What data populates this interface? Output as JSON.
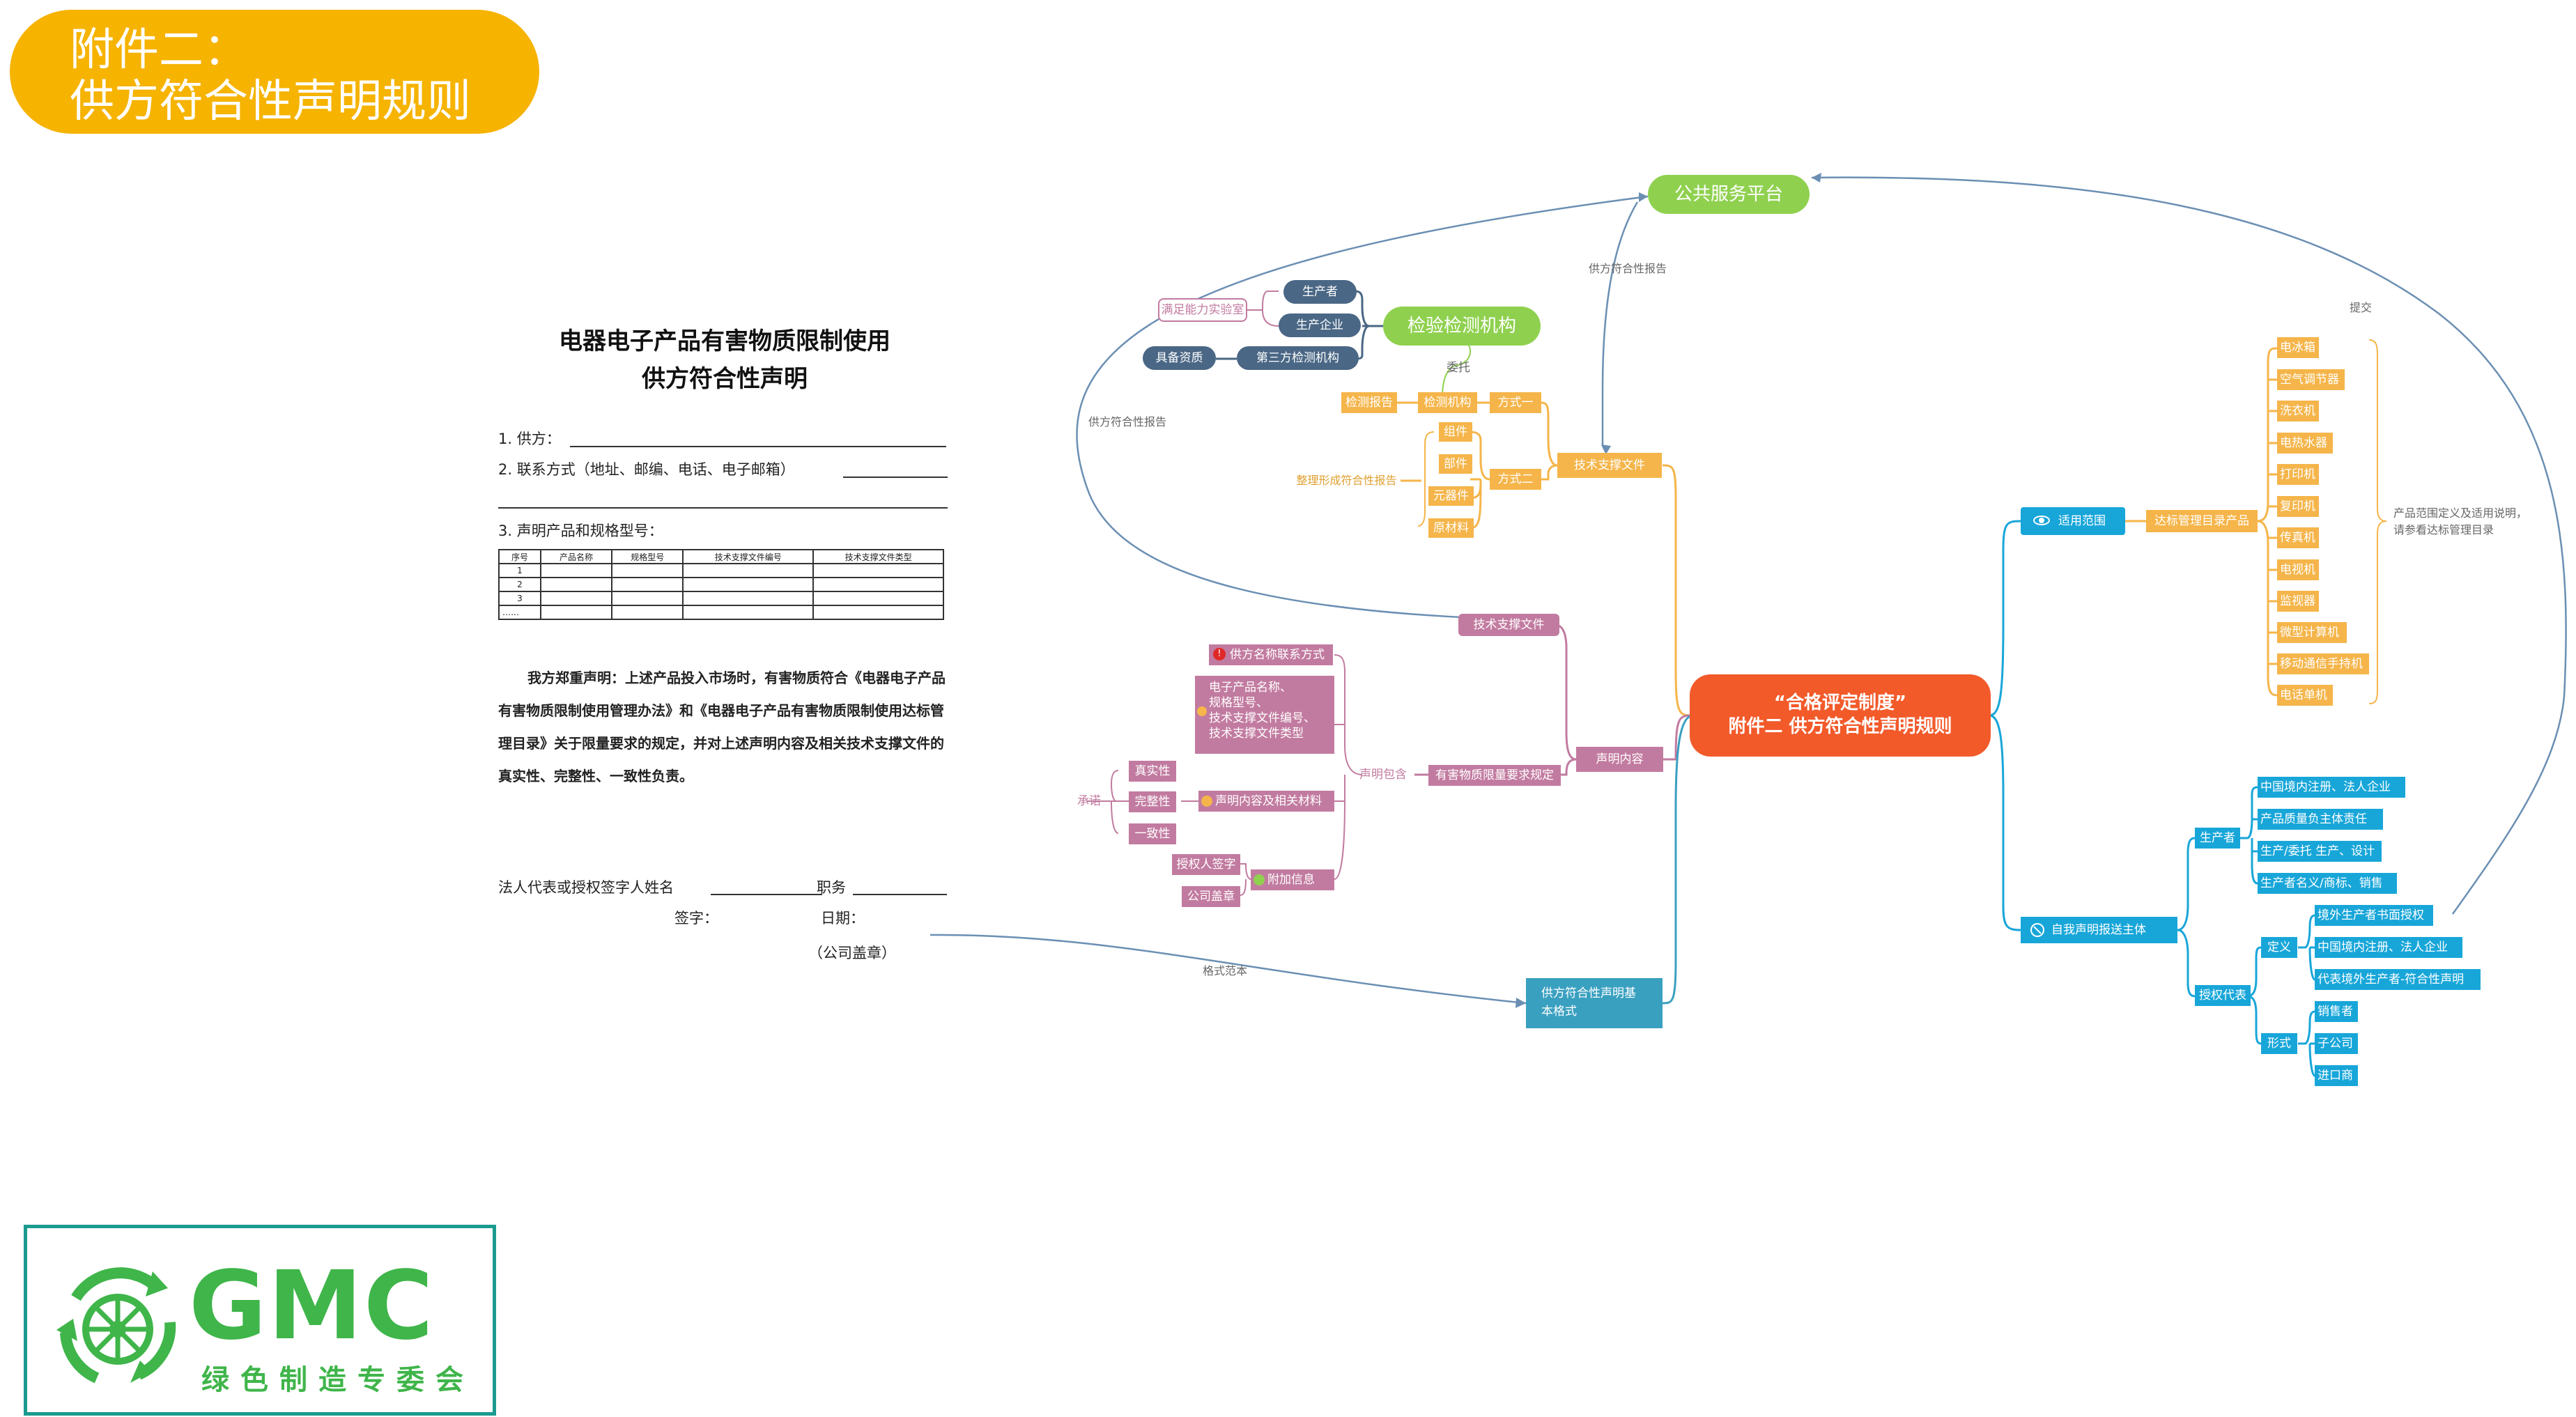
{
  "title": {
    "line1": "附件二：",
    "line2": "供方符合性声明规则"
  },
  "document": {
    "title_line1": "电器电子产品有害物质限制使用",
    "title_line2": "供方符合性声明",
    "field1": "1. 供方：",
    "field2": "2. 联系方式（地址、邮编、电话、电子邮箱）",
    "field3": "3. 声明产品和规格型号：",
    "table": {
      "headers": [
        "序号",
        "产品名称",
        "规格型号",
        "技术支撑文件编号",
        "技术支撑文件类型"
      ],
      "rows": [
        "1",
        "2",
        "3",
        "……"
      ]
    },
    "declaration": "我方郑重声明：上述产品投入市场时，有害物质符合《电器电子产品有害物质限制使用管理办法》和《电器电子产品有害物质限制使用达标管理目录》关于限量要求的规定，并对上述声明内容及相关技术支撑文件的真实性、完整性、一致性负责。",
    "signer": "法人代表或授权签字人姓名",
    "position": "职务",
    "signature": "签字：",
    "date": "日期：",
    "seal": "（公司盖章）"
  },
  "mindmap": {
    "central_line1": "“合格评定制度”",
    "central_line2": "附件二 供方符合性声明规则",
    "public_platform": "公共服务平台",
    "inspection_agency": "检验检测机构",
    "producer": "生产者",
    "production_enterprise": "生产企业",
    "third_party": "第三方检测机构",
    "lab_capability": "满足能力实验室",
    "qualification": "具备资质",
    "entrust": "委托",
    "test_report": "检测报告",
    "test_agency_small": "检测机构",
    "method1": "方式一",
    "method2": "方式二",
    "compile_report": "整理形成符合性报告",
    "component_items": [
      "组件",
      "部件",
      "元器件",
      "原材料"
    ],
    "tech_support_doc": "技术支撑文件",
    "tech_doc2": "技术支撑文件",
    "supplier_report_top": "供方符合性报告",
    "supplier_report_left": "供方符合性报告",
    "submit": "提交",
    "statement_content": "声明内容",
    "statement_includes": "声明包含",
    "hazardous_rules": "有害物质限量要求规定",
    "supplier_name": "供方名称联系方式",
    "product_info": [
      "电子产品名称、",
      "规格型号、",
      "技术支撑文件编号、",
      "技术支撑文件类型"
    ],
    "statement_material": "声明内容及相关材料",
    "additional_info": "附加信息",
    "signature_auth": "授权人签字",
    "company_seal": "公司盖章",
    "promise": "承诺",
    "promises": [
      "真实性",
      "完整性",
      "一致性"
    ],
    "basic_format": [
      "供方符合性声明基",
      "本格式"
    ],
    "format_template": "格式范本",
    "scope": "适用范围",
    "catalog": "达标管理目录产品",
    "products": [
      "电冰箱",
      "空气调节器",
      "洗衣机",
      "电热水器",
      "打印机",
      "复印机",
      "传真机",
      "电视机",
      "监视器",
      "微型计算机",
      "移动通信手持机",
      "电话单机"
    ],
    "scope_note": [
      "产品范围定义及适用说明，",
      "请参看达标管理目录"
    ],
    "self_decl": "自我声明报送主体",
    "producer_b": "生产者",
    "producer_items": [
      "中国境内注册、法人企业",
      "产品质量负主体责任",
      "生产/委托 生产、设计",
      "生产者名义/商标、销售"
    ],
    "auth_rep": "授权代表",
    "definition": "定义",
    "def_items": [
      "境外生产者书面授权",
      "中国境内注册、法人企业",
      "代表境外生产者-符合性声明"
    ],
    "form": "形式",
    "form_items": [
      "销售者",
      "子公司",
      "进口商"
    ]
  },
  "logo": {
    "text": "GMC",
    "subtitle": "绿色制造专委会"
  },
  "colors": {
    "orange_title": "#f6b300",
    "central": "#f25a2a",
    "green": "#8fd14f",
    "navy": "#4a6785",
    "amber": "#f5b54a",
    "mauve": "#c27ba0",
    "cyan": "#18a6d9",
    "teal": "#3aa0c0",
    "logo_green": "#3fb54a"
  }
}
